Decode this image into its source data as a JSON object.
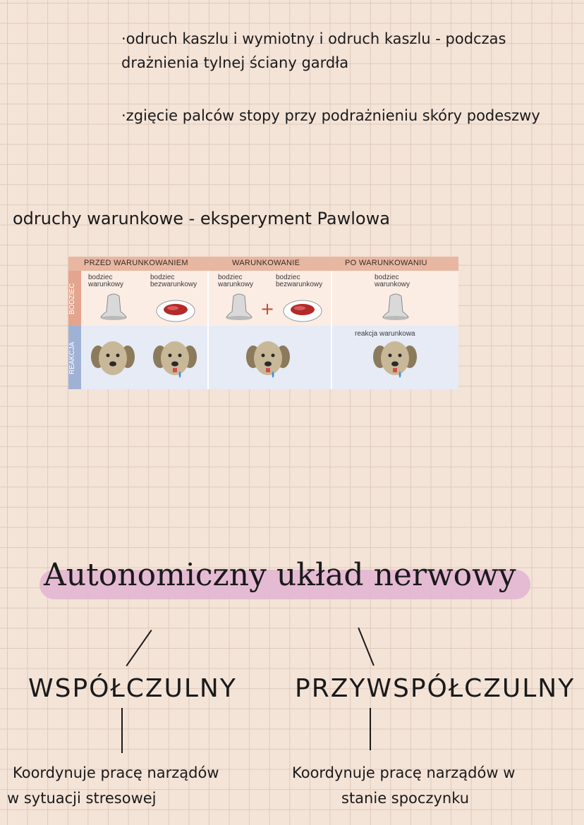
{
  "notes": {
    "reflex_line_a": "·odruch kaszlu i wymiotny i odruch kaszlu - podczas",
    "reflex_line_b": "drażnienia tylnej ściany gardła",
    "reflex_line_c": "·zgięcie palców stopy przy podrażnieniu skóry podeszwy",
    "subtitle": "odruchy warunkowe - eksperyment Pawlowa"
  },
  "figure": {
    "col_before": "PRZED WARUNKOWANIEM",
    "col_during": "WARUNKOWANIE",
    "col_after": "PO WARUNKOWANIU",
    "row_stimulus": "BODZIEC",
    "row_reaction": "REAKCJA",
    "conditioned_stimulus": "bodziec warunkowy",
    "unconditioned_stimulus": "bodziec bezwarunkowy",
    "conditioned_response": "reakcja warunkowa",
    "icons": [
      "bell-icon",
      "meat-plate-icon",
      "dog-icon",
      "saliva-drop-icon",
      "plus-icon"
    ]
  },
  "ans": {
    "title": "Autonomiczny układ nerwowy",
    "sympathetic": {
      "name": "WSPÓŁCZULNY",
      "line_a": "Koordynuje pracę narządów",
      "line_b": "w sytuacji stresowej"
    },
    "parasympathetic": {
      "name": "PRZYWSPÓŁCZULNY",
      "line_a": "Koordynuje pracę narządów w",
      "line_b": "stanie spoczynku"
    },
    "highlight_color": "#e3b6d4"
  }
}
